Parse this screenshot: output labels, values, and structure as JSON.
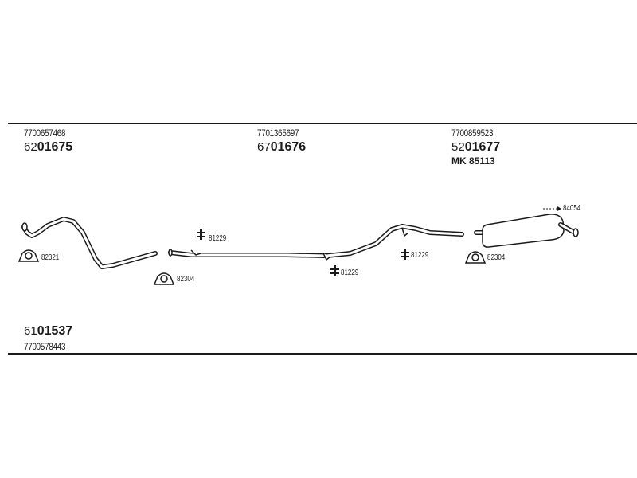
{
  "sections": {
    "front": {
      "oe_number": "7700657468",
      "part_prefix": "62",
      "part_main": "01675"
    },
    "middle": {
      "oe_number": "7701365697",
      "part_prefix": "67",
      "part_main": "01676"
    },
    "rear": {
      "oe_number": "7700859523",
      "part_prefix": "52",
      "part_main": "01677",
      "mount_kit": "MK  85113"
    }
  },
  "kit": {
    "part_prefix": "61",
    "part_main": "01537",
    "oe_number": "7700578443"
  },
  "callouts": {
    "clamp_front": "82321",
    "clamp_mid": "82304",
    "hanger_1": "81229",
    "hanger_2": "81229",
    "hanger_3": "81229",
    "clamp_rear": "82304",
    "tailpipe_part": "84054"
  }
}
